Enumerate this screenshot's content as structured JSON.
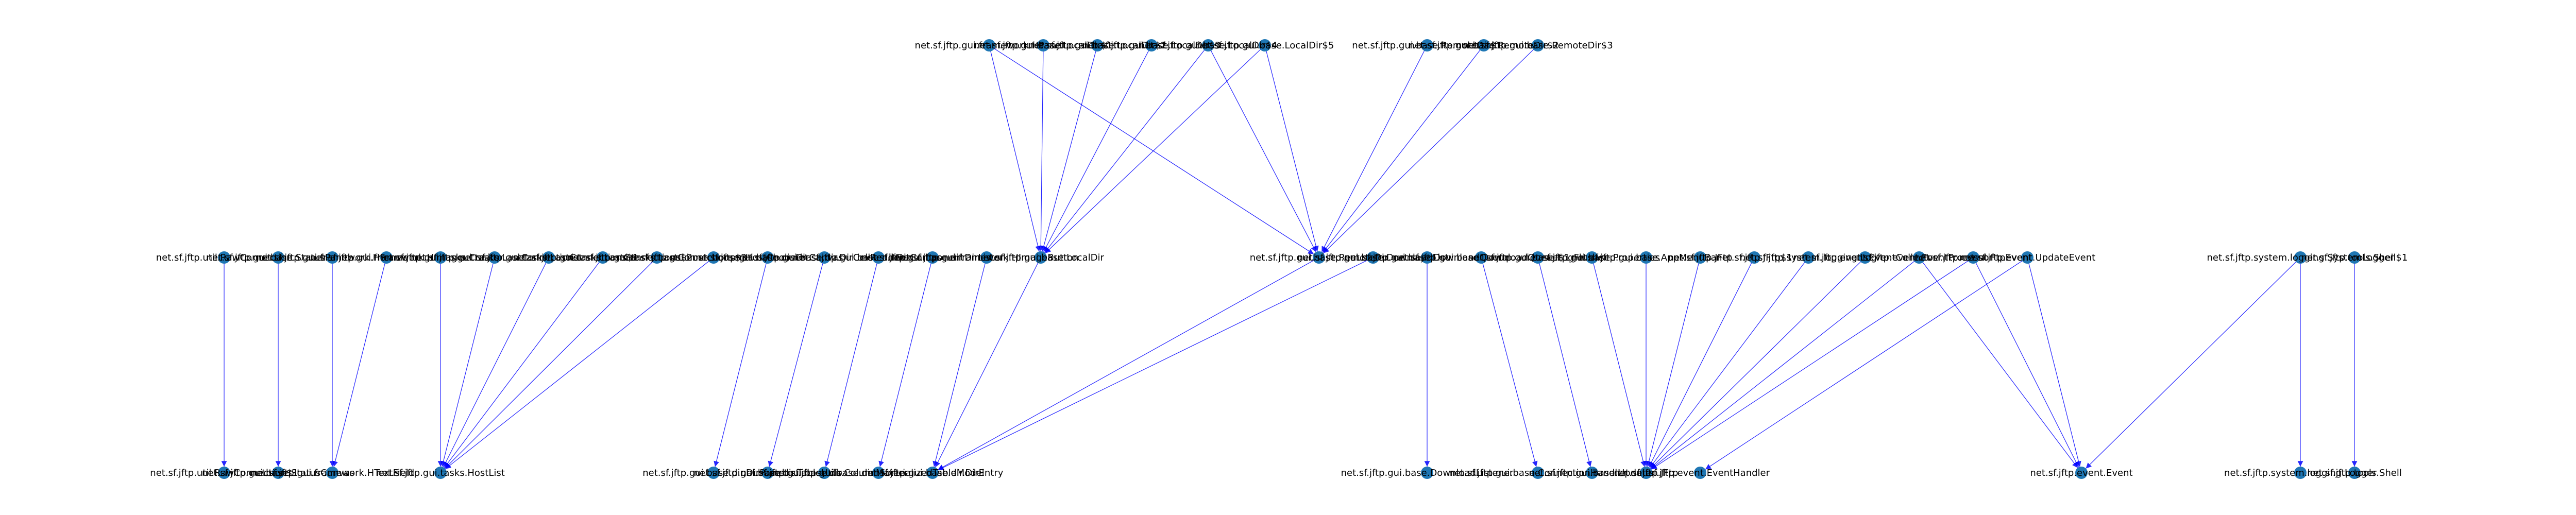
{
  "graph": {
    "node_color": "#1f77b4",
    "edge_color": "#0000ff",
    "nodes": [
      {
        "id": "lg0",
        "label": "net.sf.jftp.gui.framework.HPanel",
        "layer": 0
      },
      {
        "id": "lg1",
        "label": "net.sf.jftp.gui.base.LocalDir$1",
        "layer": 0
      },
      {
        "id": "lg2",
        "label": "net.sf.jftp.gui.base.LocalDir$2",
        "layer": 0
      },
      {
        "id": "lg3",
        "label": "net.sf.jftp.gui.base.LocalDir$3",
        "layer": 0
      },
      {
        "id": "lg4",
        "label": "net.sf.jftp.gui.base.LocalDir$4",
        "layer": 0
      },
      {
        "id": "lg5",
        "label": "net.sf.jftp.gui.base.LocalDir$5",
        "layer": 0
      },
      {
        "id": "rg1",
        "label": "net.sf.jftp.gui.base.RemoteDir$1",
        "layer": 0
      },
      {
        "id": "rg2",
        "label": "net.sf.jftp.gui.base.RemoteDir$2",
        "layer": 0
      },
      {
        "id": "rg3",
        "label": "net.sf.jftp.gui.base.RemoteDir$3",
        "layer": 0
      },
      {
        "id": "m0",
        "label": "net.sf.jftp.util.RawConnection",
        "layer": 1
      },
      {
        "id": "m1",
        "label": "net.sf.jftp.gui.base.StatusPanel",
        "layer": 1
      },
      {
        "id": "m2",
        "label": "net.sf.jftp.gui.framework.HFrame",
        "layer": 1
      },
      {
        "id": "m3",
        "label": "net.sf.jftp.gui.framework.HImage",
        "layer": 1
      },
      {
        "id": "m4",
        "label": "net.sf.jftp.gui.tasks.Creator",
        "layer": 1
      },
      {
        "id": "m5",
        "label": "net.sf.jftp.gui.tasks.LastConnections",
        "layer": 1
      },
      {
        "id": "m6",
        "label": "net.sf.jftp.gui.tasks.LastConnections$1",
        "layer": 1
      },
      {
        "id": "m7",
        "label": "net.sf.jftp.gui.tasks.LastConnections$2",
        "layer": 1
      },
      {
        "id": "m8",
        "label": "net.sf.jftp.gui.tasks.LastConnections$3",
        "layer": 1
      },
      {
        "id": "m9",
        "label": "net.sf.jftp.gui.hostchooser.HostChooser",
        "layer": 1
      },
      {
        "id": "m10",
        "label": "net.sf.jftp.gui.base.dir.DirCanvas",
        "layer": 1
      },
      {
        "id": "m11",
        "label": "net.sf.jftp.gui.base.dir.DirCellRenderer",
        "layer": 1
      },
      {
        "id": "m12",
        "label": "net.sf.jftp.gui.base.dir.DirComponent",
        "layer": 1
      },
      {
        "id": "m13",
        "label": "net.sf.jftp.gui.base.dir.DirLister",
        "layer": 1
      },
      {
        "id": "m14",
        "label": "net.sf.jftp.gui.framework.HImageButton",
        "layer": 1
      },
      {
        "id": "m15",
        "label": "net.sf.jftp.gui.base.LocalDir",
        "layer": 1
      },
      {
        "id": "m16",
        "label": "net.sf.jftp.gui.base.RemoteDir",
        "layer": 1
      },
      {
        "id": "m17",
        "label": "net.sf.jftp.gui.base.DownloadList",
        "layer": 1
      },
      {
        "id": "m18",
        "label": "net.sf.jftp.gui.base.DownloadQueue",
        "layer": 1
      },
      {
        "id": "m19",
        "label": "net.sf.jftp.gui.base.DownloadQueue$1",
        "layer": 1
      },
      {
        "id": "m20",
        "label": "net.sf.jftp.gui.base.LogFlusher",
        "layer": 1
      },
      {
        "id": "m21",
        "label": "net.sf.jftp.gui.base.Properties",
        "layer": 1
      },
      {
        "id": "m22",
        "label": "net.sf.jftp.gui.base.AppMenuBar",
        "layer": 1
      },
      {
        "id": "m23",
        "label": "net.sf.jftp.JFtp",
        "layer": 1
      },
      {
        "id": "m24",
        "label": "net.sf.jftp.JFtp$1",
        "layer": 1
      },
      {
        "id": "m25",
        "label": "net.sf.jftp.system.logging.Log",
        "layer": 1
      },
      {
        "id": "m26",
        "label": "net.sf.jftp.event.EventCollector",
        "layer": 1
      },
      {
        "id": "m27",
        "label": "net.sf.jftp.event.EventProcessor",
        "layer": 1
      },
      {
        "id": "m28",
        "label": "net.sf.jftp.event.FtpEvent",
        "layer": 1
      },
      {
        "id": "m29",
        "label": "net.sf.jftp.event.UpdateEvent",
        "layer": 1
      },
      {
        "id": "m30",
        "label": "net.sf.jftp.system.logging.SystemLogger",
        "layer": 1
      },
      {
        "id": "m31",
        "label": "net.sf.jftp.tools.Shell$1",
        "layer": 1
      },
      {
        "id": "b0",
        "label": "net.sf.jftp.util.RawConnection$1",
        "layer": 2
      },
      {
        "id": "b1",
        "label": "net.sf.jftp.gui.base.StatusCanvas",
        "layer": 2
      },
      {
        "id": "b2",
        "label": "net.sf.jftp.gui.framework.HTextField",
        "layer": 2
      },
      {
        "id": "b3",
        "label": "net.sf.jftp.gui.tasks.HostList",
        "layer": 2
      },
      {
        "id": "b4",
        "label": "net.sf.jftp.gui.base.dir.DirPanel",
        "layer": 2
      },
      {
        "id": "b5",
        "label": "net.sf.jftp.gui.base.dir.TableUtils",
        "layer": 2
      },
      {
        "id": "b6",
        "label": "net.sf.jftp.gui.base.dir.ColumnSorter",
        "layer": 2
      },
      {
        "id": "b7",
        "label": "net.sf.jftp.gui.base.dir.MaterializedTableModel",
        "layer": 2
      },
      {
        "id": "b8",
        "label": "net.sf.jftp.gui.base.dir.DirEntry",
        "layer": 2
      },
      {
        "id": "b9",
        "label": "net.sf.jftp.gui.base.DownloadListener",
        "layer": 2
      },
      {
        "id": "b10",
        "label": "net.sf.jftp.gui.base.ConnectionHandler",
        "layer": 2
      },
      {
        "id": "b11",
        "label": "net.sf.jftp.gui.base.Updater",
        "layer": 2
      },
      {
        "id": "b12",
        "label": "net.sf.jftp.JFtp",
        "layer": 2
      },
      {
        "id": "b13",
        "label": "net.sf.jftp.event.EventHandler",
        "layer": 2
      },
      {
        "id": "b14",
        "label": "net.sf.jftp.event.Event",
        "layer": 2
      },
      {
        "id": "b15",
        "label": "net.sf.jftp.system.logging.Logger",
        "layer": 2
      },
      {
        "id": "b16",
        "label": "net.sf.jftp.tools.Shell",
        "layer": 2
      }
    ],
    "edges": [
      [
        "lg0",
        "m15"
      ],
      [
        "lg1",
        "m15"
      ],
      [
        "lg2",
        "m15"
      ],
      [
        "lg3",
        "m15"
      ],
      [
        "lg4",
        "m15"
      ],
      [
        "lg5",
        "m15"
      ],
      [
        "lg0",
        "m16"
      ],
      [
        "rg1",
        "m16"
      ],
      [
        "rg2",
        "m16"
      ],
      [
        "rg3",
        "m16"
      ],
      [
        "lg4",
        "m16"
      ],
      [
        "lg5",
        "m16"
      ],
      [
        "m0",
        "b0"
      ],
      [
        "m1",
        "b1"
      ],
      [
        "m2",
        "b2"
      ],
      [
        "m3",
        "b2"
      ],
      [
        "m4",
        "b3"
      ],
      [
        "m5",
        "b3"
      ],
      [
        "m6",
        "b3"
      ],
      [
        "m7",
        "b3"
      ],
      [
        "m8",
        "b3"
      ],
      [
        "m9",
        "b3"
      ],
      [
        "m10",
        "b4"
      ],
      [
        "m11",
        "b5"
      ],
      [
        "m12",
        "b6"
      ],
      [
        "m13",
        "b7"
      ],
      [
        "m14",
        "b8"
      ],
      [
        "m15",
        "b8"
      ],
      [
        "m16",
        "b8"
      ],
      [
        "m17",
        "b8"
      ],
      [
        "m18",
        "b9"
      ],
      [
        "m19",
        "b10"
      ],
      [
        "m20",
        "b11"
      ],
      [
        "m21",
        "b12"
      ],
      [
        "m22",
        "b12"
      ],
      [
        "m23",
        "b12"
      ],
      [
        "m24",
        "b12"
      ],
      [
        "m25",
        "b12"
      ],
      [
        "m26",
        "b12"
      ],
      [
        "m27",
        "b12"
      ],
      [
        "m28",
        "b12"
      ],
      [
        "m29",
        "b13"
      ],
      [
        "m28",
        "b14"
      ],
      [
        "m29",
        "b14"
      ],
      [
        "m30",
        "b14"
      ],
      [
        "m27",
        "b14"
      ],
      [
        "m30",
        "b15"
      ],
      [
        "m31",
        "b16"
      ]
    ]
  }
}
